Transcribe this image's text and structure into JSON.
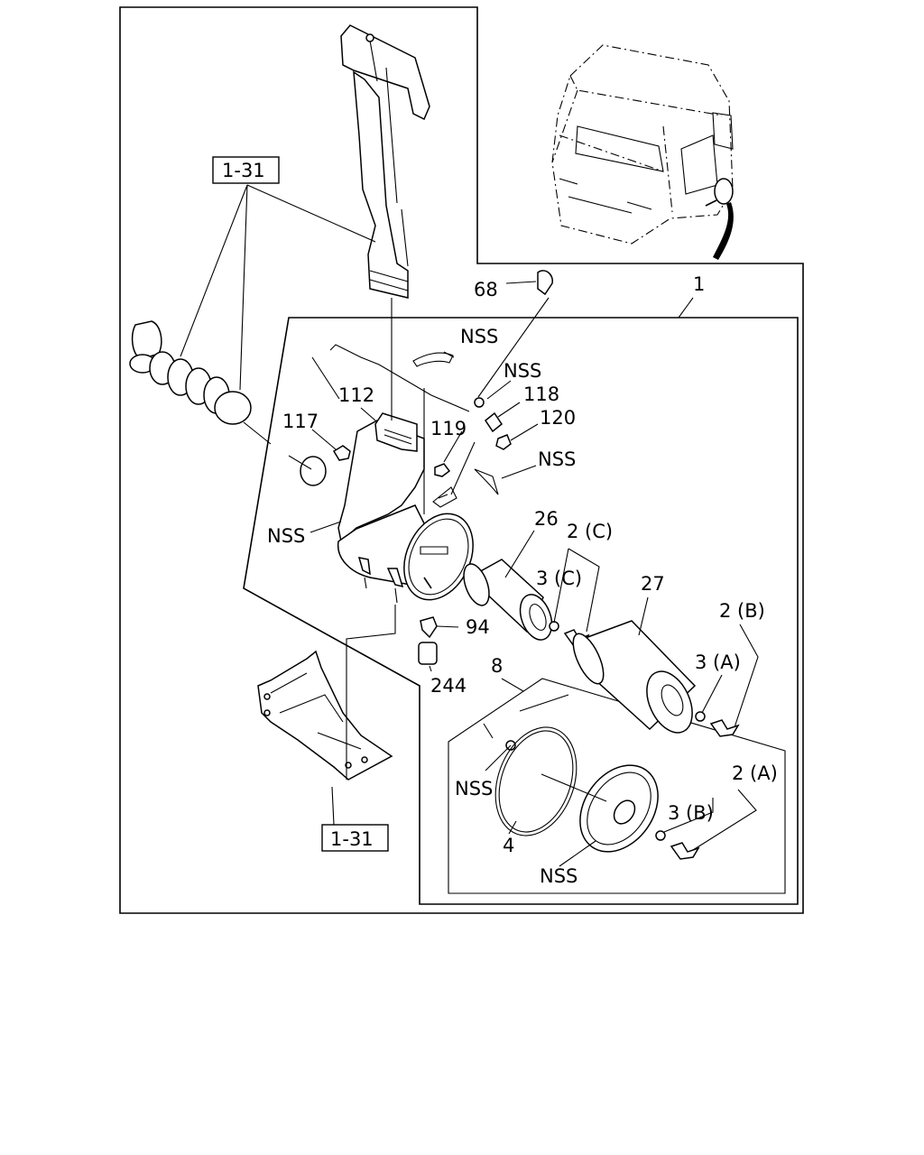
{
  "labels": {
    "ref_top": "1-31",
    "ref_bottom": "1-31",
    "p68": "68",
    "p1": "1",
    "nss_a": "NSS",
    "nss_b": "NSS",
    "p118": "118",
    "p120": "120",
    "p112": "112",
    "p117": "117",
    "p119": "119",
    "nss_c": "NSS",
    "nss_d": "NSS",
    "p26": "26",
    "p2c": "2 (C)",
    "p3c": "3 (C)",
    "p27": "27",
    "p2b": "2 (B)",
    "p94": "94",
    "p3a": "3 (A)",
    "p244": "244",
    "p8": "8",
    "p2a": "2 (A)",
    "nss_e": "NSS",
    "p3b": "3 (B)",
    "p4": "4",
    "nss_f": "NSS"
  }
}
